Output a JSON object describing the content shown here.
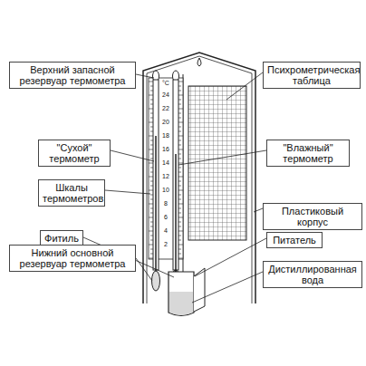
{
  "diagram": {
    "labels": [
      "Верхний запасной резервуар термометра",
      "Психрометрическая таблица",
      "\"Сухой\" термометр",
      "\"Влажный\" термометр",
      "Шкалы термометров",
      "Пластиковый корпус",
      "Фитиль",
      "Питатель",
      "Нижний основной резервуар термометра",
      "Дистиллированная вода",
      "°C",
      "24",
      "22",
      "20",
      "18",
      "16",
      "14",
      "12",
      "10",
      "8",
      "6",
      "4",
      "2"
    ]
  }
}
